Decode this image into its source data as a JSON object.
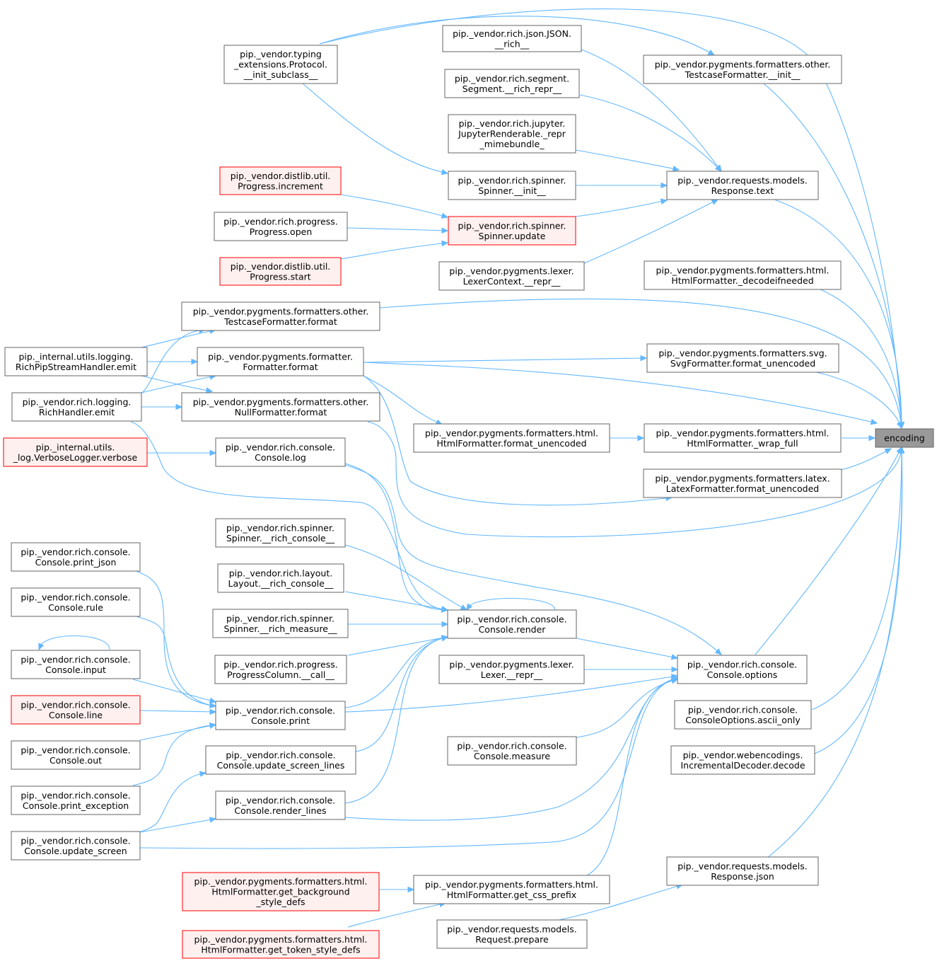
{
  "diagram": {
    "title": "encoding",
    "colors": {
      "edge": "#63b8ff",
      "node_border": "#666666",
      "highlight_border": "#ff0000",
      "highlight_fill": "#fff0f0",
      "root_fill": "#999999"
    },
    "nodes": [
      {
        "id": "encoding",
        "lines": [
          "encoding"
        ],
        "style": "root"
      },
      {
        "id": "typing_protocol",
        "lines": [
          "pip._vendor.typing",
          "_extensions.Protocol.",
          "__init_subclass__"
        ]
      },
      {
        "id": "json_rich",
        "lines": [
          "pip._vendor.rich.json.JSON.",
          "__rich__"
        ]
      },
      {
        "id": "testcase_init",
        "lines": [
          "pip._vendor.pygments.formatters.other.",
          "TestcaseFormatter.__init__"
        ]
      },
      {
        "id": "segment_repr",
        "lines": [
          "pip._vendor.rich.segment.",
          "Segment.__rich_repr__"
        ]
      },
      {
        "id": "jupyter",
        "lines": [
          "pip._vendor.rich.jupyter.",
          "JupyterRenderable._repr",
          "_mimebundle_"
        ]
      },
      {
        "id": "progress_increment",
        "lines": [
          "pip._vendor.distlib.util.",
          "Progress.increment"
        ],
        "style": "red"
      },
      {
        "id": "spinner_init",
        "lines": [
          "pip._vendor.rich.spinner.",
          "Spinner.__init__"
        ]
      },
      {
        "id": "response_text",
        "lines": [
          "pip._vendor.requests.models.",
          "Response.text"
        ]
      },
      {
        "id": "progress_open",
        "lines": [
          "pip._vendor.rich.progress.",
          "Progress.open"
        ]
      },
      {
        "id": "spinner_update",
        "lines": [
          "pip._vendor.rich.spinner.",
          "Spinner.update"
        ],
        "style": "red"
      },
      {
        "id": "progress_start",
        "lines": [
          "pip._vendor.distlib.util.",
          "Progress.start"
        ],
        "style": "red"
      },
      {
        "id": "lexer_context_repr",
        "lines": [
          "pip._vendor.pygments.lexer.",
          "LexerContext.__repr__"
        ]
      },
      {
        "id": "html_decodeifneeded",
        "lines": [
          "pip._vendor.pygments.formatters.html.",
          "HtmlFormatter._decodeifneeded"
        ]
      },
      {
        "id": "testcase_format",
        "lines": [
          "pip._vendor.pygments.formatters.other.",
          "TestcaseFormatter.format"
        ]
      },
      {
        "id": "richpip_emit",
        "lines": [
          "pip._internal.utils.logging.",
          "RichPipStreamHandler.emit"
        ]
      },
      {
        "id": "formatter_format",
        "lines": [
          "pip._vendor.pygments.formatter.",
          "Formatter.format"
        ]
      },
      {
        "id": "svg_format_unencoded",
        "lines": [
          "pip._vendor.pygments.formatters.svg.",
          "SvgFormatter.format_unencoded"
        ]
      },
      {
        "id": "richhandler_emit",
        "lines": [
          "pip._vendor.rich.logging.",
          "RichHandler.emit"
        ]
      },
      {
        "id": "null_format",
        "lines": [
          "pip._vendor.pygments.formatters.other.",
          "NullFormatter.format"
        ]
      },
      {
        "id": "html_format_unencoded",
        "lines": [
          "pip._vendor.pygments.formatters.html.",
          "HtmlFormatter.format_unencoded"
        ]
      },
      {
        "id": "html_wrap_full",
        "lines": [
          "pip._vendor.pygments.formatters.html.",
          "HtmlFormatter._wrap_full"
        ]
      },
      {
        "id": "verbose",
        "lines": [
          "pip._internal.utils.",
          "_log.VerboseLogger.verbose"
        ],
        "style": "red"
      },
      {
        "id": "console_log",
        "lines": [
          "pip._vendor.rich.console.",
          "Console.log"
        ]
      },
      {
        "id": "latex_format_unencoded",
        "lines": [
          "pip._vendor.pygments.formatters.latex.",
          "LatexFormatter.format_unencoded"
        ]
      },
      {
        "id": "spinner_rich_console",
        "lines": [
          "pip._vendor.rich.spinner.",
          "Spinner.__rich_console__"
        ]
      },
      {
        "id": "print_json",
        "lines": [
          "pip._vendor.rich.console.",
          "Console.print_json"
        ]
      },
      {
        "id": "layout_rich_console",
        "lines": [
          "pip._vendor.rich.layout.",
          "Layout.__rich_console__"
        ]
      },
      {
        "id": "console_rule",
        "lines": [
          "pip._vendor.rich.console.",
          "Console.rule"
        ]
      },
      {
        "id": "spinner_rich_measure",
        "lines": [
          "pip._vendor.rich.spinner.",
          "Spinner.__rich_measure__"
        ]
      },
      {
        "id": "console_render",
        "lines": [
          "pip._vendor.rich.console.",
          "Console.render"
        ]
      },
      {
        "id": "console_input",
        "lines": [
          "pip._vendor.rich.console.",
          "Console.input"
        ]
      },
      {
        "id": "progresscolumn_call",
        "lines": [
          "pip._vendor.rich.progress.",
          "ProgressColumn.__call__"
        ]
      },
      {
        "id": "lexer_repr",
        "lines": [
          "pip._vendor.pygments.lexer.",
          "Lexer.__repr__"
        ]
      },
      {
        "id": "console_options",
        "lines": [
          "pip._vendor.rich.console.",
          "Console.options"
        ]
      },
      {
        "id": "console_line",
        "lines": [
          "pip._vendor.rich.console.",
          "Console.line"
        ],
        "style": "red"
      },
      {
        "id": "console_print",
        "lines": [
          "pip._vendor.rich.console.",
          "Console.print"
        ]
      },
      {
        "id": "ascii_only",
        "lines": [
          "pip._vendor.rich.console.",
          "ConsoleOptions.ascii_only"
        ]
      },
      {
        "id": "console_out",
        "lines": [
          "pip._vendor.rich.console.",
          "Console.out"
        ]
      },
      {
        "id": "console_measure",
        "lines": [
          "pip._vendor.rich.console.",
          "Console.measure"
        ]
      },
      {
        "id": "webencodings_decode",
        "lines": [
          "pip._vendor.webencodings.",
          "IncrementalDecoder.decode"
        ]
      },
      {
        "id": "update_screen_lines",
        "lines": [
          "pip._vendor.rich.console.",
          "Console.update_screen_lines"
        ]
      },
      {
        "id": "print_exception",
        "lines": [
          "pip._vendor.rich.console.",
          "Console.print_exception"
        ]
      },
      {
        "id": "render_lines",
        "lines": [
          "pip._vendor.rich.console.",
          "Console.render_lines"
        ]
      },
      {
        "id": "update_screen",
        "lines": [
          "pip._vendor.rich.console.",
          "Console.update_screen"
        ]
      },
      {
        "id": "response_json",
        "lines": [
          "pip._vendor.requests.models.",
          "Response.json"
        ]
      },
      {
        "id": "get_background_style_defs",
        "lines": [
          "pip._vendor.pygments.formatters.html.",
          "HtmlFormatter.get_background",
          "_style_defs"
        ],
        "style": "red"
      },
      {
        "id": "get_css_prefix",
        "lines": [
          "pip._vendor.pygments.formatters.html.",
          "HtmlFormatter.get_css_prefix"
        ]
      },
      {
        "id": "request_prepare",
        "lines": [
          "pip._vendor.requests.models.",
          "Request.prepare"
        ]
      },
      {
        "id": "get_token_style_defs",
        "lines": [
          "pip._vendor.pygments.formatters.html.",
          "HtmlFormatter.get_token_style_defs"
        ],
        "style": "red"
      }
    ],
    "edges": [
      [
        "encoding",
        "typing_protocol"
      ],
      [
        "encoding",
        "testcase_init"
      ],
      [
        "encoding",
        "response_text"
      ],
      [
        "encoding",
        "html_decodeifneeded"
      ],
      [
        "encoding",
        "testcase_format"
      ],
      [
        "encoding",
        "svg_format_unencoded"
      ],
      [
        "encoding",
        "formatter_format"
      ],
      [
        "encoding",
        "html_wrap_full"
      ],
      [
        "encoding",
        "latex_format_unencoded"
      ],
      [
        "encoding",
        "null_format"
      ],
      [
        "encoding",
        "console_options"
      ],
      [
        "encoding",
        "ascii_only"
      ],
      [
        "encoding",
        "webencodings_decode"
      ],
      [
        "encoding",
        "response_json"
      ],
      [
        "testcase_init",
        "typing_protocol"
      ],
      [
        "response_text",
        "json_rich"
      ],
      [
        "response_text",
        "segment_repr"
      ],
      [
        "response_text",
        "jupyter"
      ],
      [
        "response_text",
        "spinner_init"
      ],
      [
        "response_text",
        "spinner_update"
      ],
      [
        "response_text",
        "lexer_context_repr"
      ],
      [
        "spinner_init",
        "typing_protocol"
      ],
      [
        "spinner_update",
        "progress_increment"
      ],
      [
        "spinner_update",
        "progress_open"
      ],
      [
        "spinner_update",
        "progress_start"
      ],
      [
        "testcase_format",
        "richpip_emit"
      ],
      [
        "testcase_format",
        "richhandler_emit"
      ],
      [
        "formatter_format",
        "richpip_emit"
      ],
      [
        "formatter_format",
        "richhandler_emit"
      ],
      [
        "null_format",
        "richpip_emit"
      ],
      [
        "null_format",
        "richhandler_emit"
      ],
      [
        "svg_format_unencoded",
        "formatter_format"
      ],
      [
        "html_wrap_full",
        "html_format_unencoded"
      ],
      [
        "html_format_unencoded",
        "formatter_format"
      ],
      [
        "latex_format_unencoded",
        "formatter_format"
      ],
      [
        "console_log",
        "verbose"
      ],
      [
        "console_render",
        "console_render"
      ],
      [
        "console_render",
        "console_log"
      ],
      [
        "console_render",
        "richhandler_emit"
      ],
      [
        "console_render",
        "spinner_rich_console"
      ],
      [
        "console_render",
        "layout_rich_console"
      ],
      [
        "console_render",
        "spinner_rich_measure"
      ],
      [
        "console_render",
        "progresscolumn_call"
      ],
      [
        "console_render",
        "console_print"
      ],
      [
        "console_render",
        "update_screen_lines"
      ],
      [
        "console_render",
        "render_lines"
      ],
      [
        "console_options",
        "console_render"
      ],
      [
        "console_options",
        "console_log"
      ],
      [
        "console_options",
        "lexer_repr"
      ],
      [
        "console_options",
        "console_print"
      ],
      [
        "console_options",
        "console_measure"
      ],
      [
        "console_options",
        "render_lines"
      ],
      [
        "console_options",
        "update_screen"
      ],
      [
        "console_options",
        "get_css_prefix"
      ],
      [
        "console_input",
        "console_input"
      ],
      [
        "console_print",
        "print_json"
      ],
      [
        "console_print",
        "console_rule"
      ],
      [
        "console_print",
        "console_input"
      ],
      [
        "console_print",
        "console_line"
      ],
      [
        "console_print",
        "console_out"
      ],
      [
        "console_print",
        "print_exception"
      ],
      [
        "update_screen_lines",
        "update_screen"
      ],
      [
        "render_lines",
        "update_screen"
      ],
      [
        "get_css_prefix",
        "get_background_style_defs"
      ],
      [
        "get_css_prefix",
        "get_token_style_defs"
      ],
      [
        "response_json",
        "request_prepare"
      ]
    ]
  }
}
